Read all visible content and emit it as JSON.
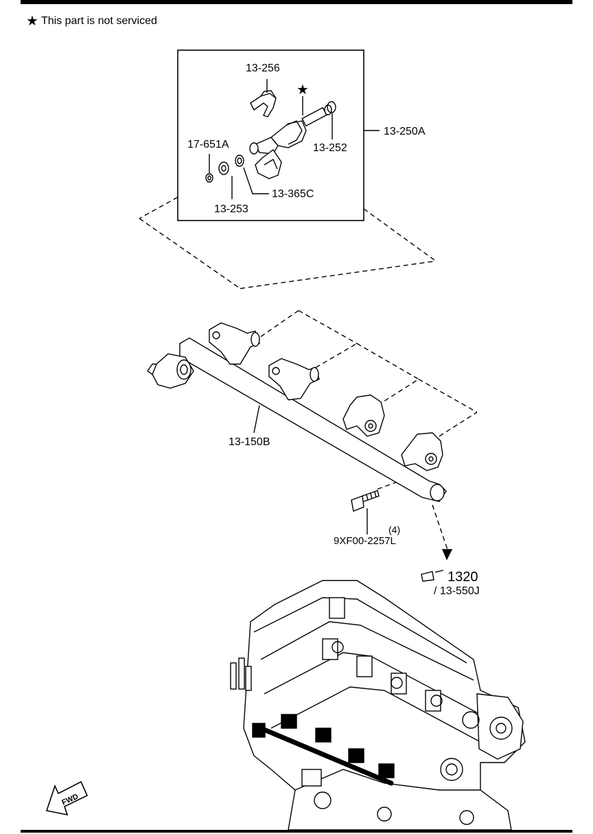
{
  "note": {
    "symbol": "★",
    "text": "This part is not serviced"
  },
  "labels": {
    "clip": "13-256",
    "injector_star": "★",
    "upper_oring": "13-252",
    "injector_assy": "13-250A",
    "seal_small": "17-651A",
    "ring_mid": "13-365C",
    "washer": "13-253",
    "fuel_rail": "13-150B",
    "bolt_qty": "(4)",
    "bolt": "9XF00-2257L",
    "ref_page": "1320",
    "ref_part": "/ 13-550J",
    "fwd": "FWD"
  },
  "colors": {
    "ink": "#000000",
    "paper": "#ffffff"
  }
}
